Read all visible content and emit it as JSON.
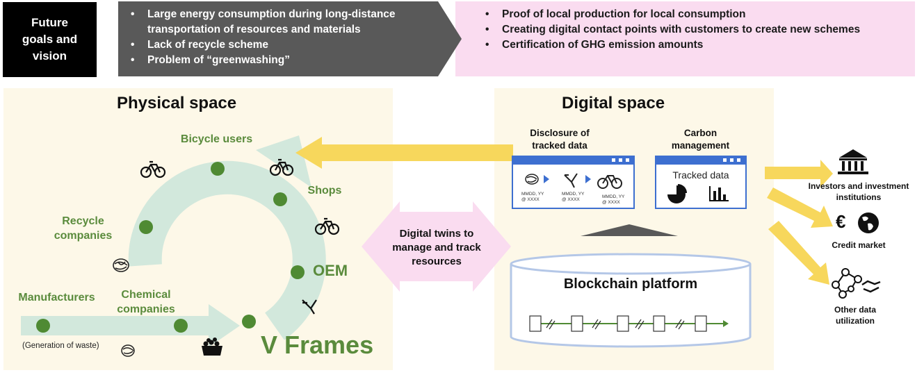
{
  "header": {
    "goal_lines": [
      "Future",
      "goals and",
      "vision"
    ],
    "problems": [
      "Large energy consumption during long-distance transportation of resources and materials",
      "Lack of recycle scheme",
      "Problem of “greenwashing”"
    ],
    "solutions": [
      "Proof of local production for local consumption",
      "Creating digital contact points with customers to create new schemes",
      "Certification of GHG emission amounts"
    ]
  },
  "physical": {
    "title": "Physical space",
    "bicycle_users": "Bicycle users",
    "shops": "Shops",
    "recycle_companies": "Recycle companies",
    "oem": "OEM",
    "manufacturers": "Manufacturers",
    "chemical_companies": "Chemical companies",
    "waste_note": "(Generation of waste)",
    "brand": "V Frames"
  },
  "center": {
    "twins_label": "Digital twins to manage and track resources"
  },
  "digital": {
    "title": "Digital space",
    "disclosure_label": "Disclosure of tracked data",
    "carbon_label": "Carbon management",
    "tracked_data": "Tracked data",
    "card_dates": [
      "MMDD, YY",
      "MMDD, YY",
      "MMDD, YY"
    ],
    "card_places": [
      "@ XXXX",
      "@ XXXX",
      "@ XXXX"
    ],
    "blockchain": "Blockchain platform"
  },
  "outputs": {
    "investors": "Investors and investment institutions",
    "credit": "Credit market",
    "other": "Other data utilization",
    "euro": "€"
  },
  "colors": {
    "loop": "#d2e8dc",
    "node": "#4f8a33",
    "yellow": "#f7d75c",
    "pink": "#fadcf0",
    "chevron": "#595959",
    "panel": "#fdf8e8",
    "window_blue": "#3d6fd0"
  }
}
